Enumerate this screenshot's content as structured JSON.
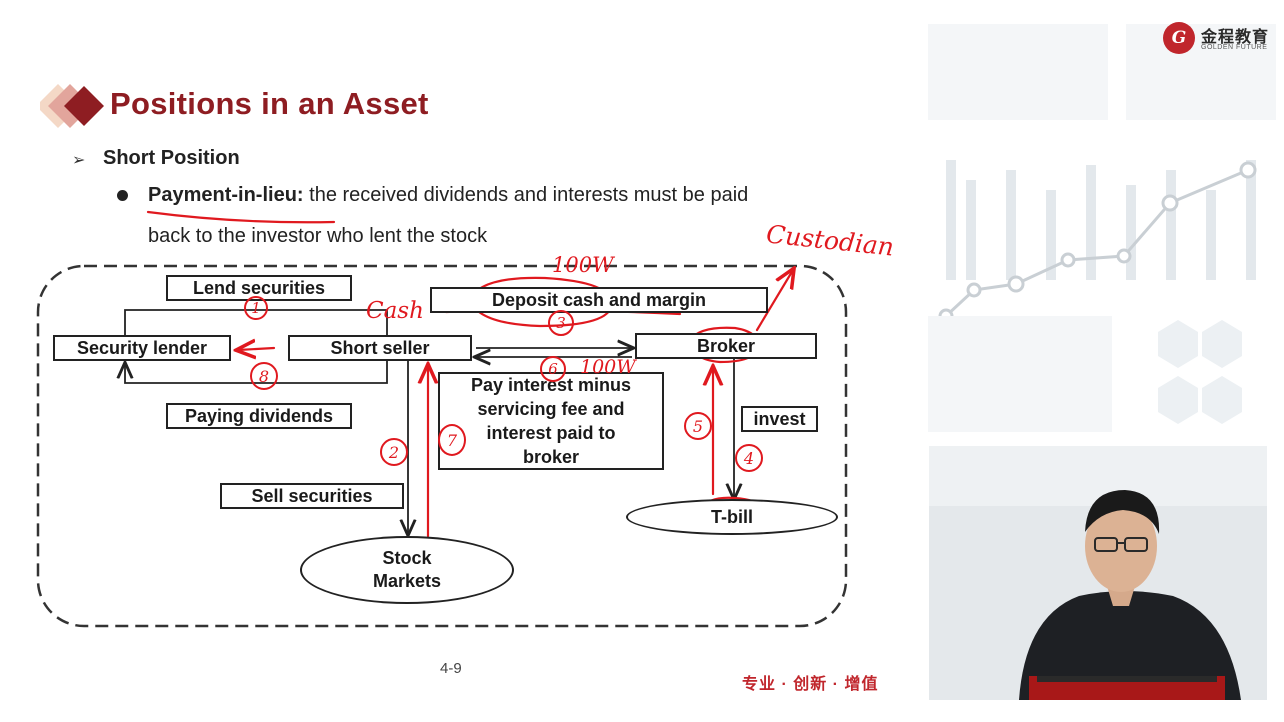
{
  "logo": {
    "mark": "G",
    "name_cn": "金程教育",
    "name_en": "GOLDEN FUTURE"
  },
  "slide": {
    "title": "Positions in an Asset",
    "subheading": "Short Position",
    "bullet": {
      "term": "Payment-in-lieu:",
      "text_line1": " the received dividends and interests must be paid",
      "text_line2": "back to the investor who lent the stock"
    },
    "page_number": "4-9",
    "slogan": "专业 · 创新 · 增值"
  },
  "diagram": {
    "boxes": {
      "lend_securities": "Lend securities",
      "deposit_cash": "Deposit cash and margin",
      "security_lender": "Security lender",
      "short_seller": "Short seller",
      "broker": "Broker",
      "paying_dividends": "Paying dividends",
      "invest": "invest",
      "sell_securities": "Sell securities",
      "pay_interest_l1": "Pay interest minus",
      "pay_interest_l2": "servicing fee and",
      "pay_interest_l3": "interest paid to",
      "pay_interest_l4": "broker"
    },
    "ellipses": {
      "stock_markets_l1": "Stock",
      "stock_markets_l2": "Markets",
      "tbill": "T-bill"
    },
    "annotations": {
      "custodian": "Custodian",
      "cash": "Cash",
      "amount_top": "100W",
      "amount_mid": "100W",
      "steps": [
        "1",
        "2",
        "3",
        "4",
        "5",
        "6",
        "7",
        "8"
      ]
    }
  },
  "colors": {
    "title": "#8e1d22",
    "annotation": "#e0191f",
    "brand": "#c0262c"
  }
}
